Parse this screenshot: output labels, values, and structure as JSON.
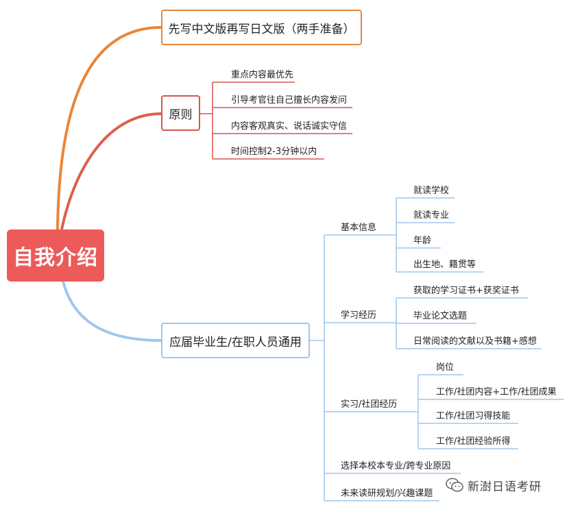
{
  "root": {
    "label": "自我介绍"
  },
  "branches": [
    {
      "label": "先写中文版再写日文版（两手准备）",
      "children": []
    },
    {
      "label": "原则",
      "children": [
        {
          "label": "重点内容最优先"
        },
        {
          "label": "引导考官往自己擅长内容发问"
        },
        {
          "label": "内容客观真实、说话诚实守信"
        },
        {
          "label": "时间控制2-3分钟以内"
        }
      ]
    },
    {
      "label": "应届毕业生/在职人员通用",
      "children": [
        {
          "label": "基本信息",
          "children": [
            {
              "label": "就读学校"
            },
            {
              "label": "就读专业"
            },
            {
              "label": "年龄"
            },
            {
              "label": "出生地、籍贯等"
            }
          ]
        },
        {
          "label": "学习经历",
          "children": [
            {
              "label": "获取的学习证书+获奖证书"
            },
            {
              "label": "毕业论文选题"
            },
            {
              "label": "日常阅读的文献以及书籍+感想"
            }
          ]
        },
        {
          "label": "实习/社团经历",
          "children": [
            {
              "label": "岗位"
            },
            {
              "label": "工作/社团内容+工作/社团成果"
            },
            {
              "label": "工作/社团习得技能"
            },
            {
              "label": "工作/社团经验所得"
            }
          ]
        },
        {
          "label": "选择本校本专业/跨专业原因"
        },
        {
          "label": "未来读研规划/兴趣课题"
        }
      ]
    }
  ],
  "colors": {
    "root": "#ec5a5a",
    "orange": "#e8863a",
    "red": "#d9534f",
    "blue": "#9ec7ee"
  },
  "watermark": {
    "icon": "wechat-icon",
    "text": "新澍日语考研"
  }
}
